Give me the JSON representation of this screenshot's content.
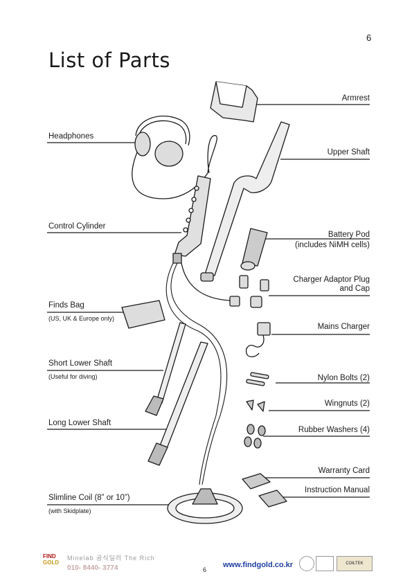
{
  "page_number": "6",
  "title": "List of Parts",
  "parts_left": {
    "headphones": "Headphones",
    "control_cylinder": "Control Cylinder",
    "finds_bag": "Finds Bag",
    "finds_bag_note": "(US, UK & Europe only)",
    "short_lower_shaft": "Short Lower Shaft",
    "short_lower_shaft_note": "(Useful for diving)",
    "long_lower_shaft": "Long Lower Shaft",
    "slimline_coil": "Slimline Coil (8” or 10”)",
    "slimline_coil_note": "(with Skidplate)"
  },
  "parts_right": {
    "armrest": "Armrest",
    "upper_shaft": "Upper Shaft",
    "battery_pod": "Battery Pod",
    "battery_pod_note": "(includes NiMH cells)",
    "charger_adaptor_1": "Charger Adaptor Plug",
    "charger_adaptor_2": "and Cap",
    "mains_charger": "Mains Charger",
    "nylon_bolts": "Nylon Bolts (2)",
    "wingnuts": "Wingnuts (2)",
    "rubber_washers": "Rubber Washers (4)",
    "warranty_card": "Warranty Card",
    "instruction_manual": "Instruction Manual"
  },
  "footer": {
    "logo_line1": "FIND",
    "logo_line2": "GOLD",
    "dealer": "Minelab 공식딜러 The Rich",
    "phone": "010- 8440- 3774",
    "page": "6",
    "url": "www.findgold.co.kr",
    "badge_coiltek": "COILTEK"
  }
}
